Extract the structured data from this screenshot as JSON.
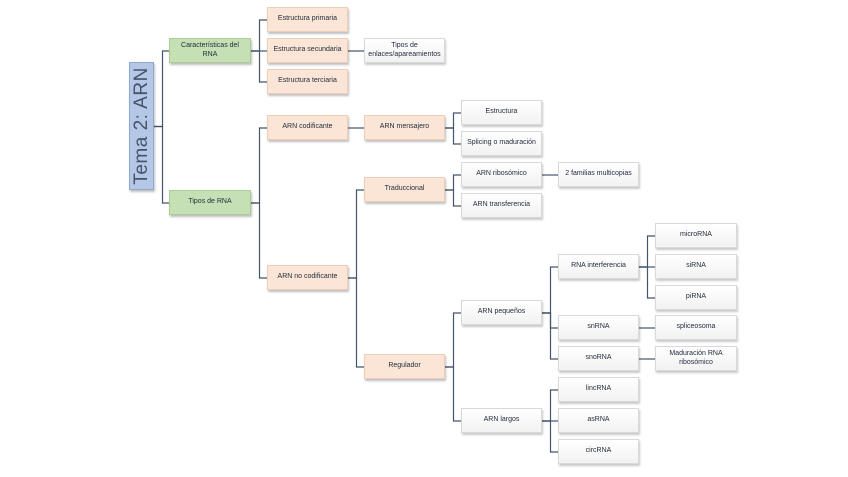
{
  "title": "Tema 2: ARN",
  "colors": {
    "root": "#b4c7e7",
    "level1": "#c5e0b4",
    "level2": "#fbe5d6",
    "leaf": "#ffffff",
    "connector": "#44546a"
  },
  "nodes": {
    "root": "Tema 2: ARN",
    "caracteristicas": "Características del RNA",
    "est_primaria": "Estructura primaria",
    "est_secundaria": "Estructura secundaria",
    "est_terciaria": "Estructura terciaria",
    "tipos_enlaces": "Tipos de enlaces/apareamientos",
    "tipos_rna": "Tipos de RNA",
    "arn_codificante": "ARN codificante",
    "arn_mensajero": "ARN mensajero",
    "mensajero_estructura": "Estructura",
    "splicing": "Splicing o maduración",
    "arn_no_codificante": "ARN no codificante",
    "traduccional": "Traduccional",
    "arn_ribosomico": "ARN ribosómico",
    "familias_multicopias": "2 familias multicopias",
    "arn_transferencia": "ARN transferencia",
    "regulador": "Regulador",
    "arn_pequenos": "ARN pequeños",
    "rna_interferencia": "RNA interferencia",
    "microrna": "microRNA",
    "sirna": "siRNA",
    "pirna": "piRNA",
    "snrna": "snRNA",
    "spliceosoma": "spliceosoma",
    "snorna": "snoRNA",
    "maduracion_rna_ribosomico": "Maduración RNA ribosómico",
    "arn_largos": "ARN largos",
    "lincrna": "lincRNA",
    "asrna": "asRNA",
    "circrna": "circRNA"
  }
}
